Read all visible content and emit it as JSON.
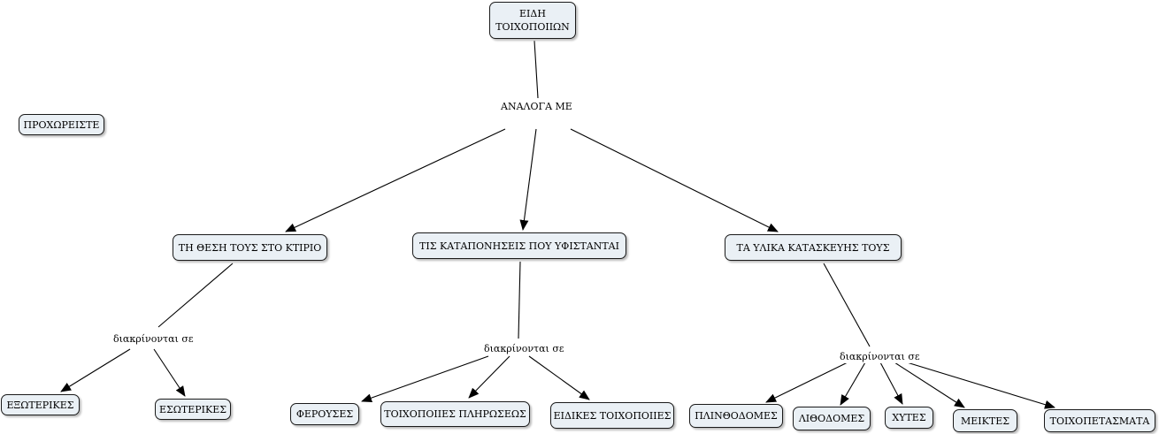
{
  "nodes": {
    "root": "ΕΙΔΗ\nΤΟΙΧΟΠΟΙΙΩΝ",
    "proceed": "ΠΡΟΧΩΡΕΙΣΤΕ",
    "position": "ΤΗ ΘΕΣΗ ΤΟΥΣ ΣΤΟ ΚΤΙΡΙΟ",
    "stress": "ΤΙΣ ΚΑΤΑΠΟΝΗΣΕΙΣ ΠΟΥ ΥΦΙΣΤΑΝΤΑΙ",
    "materials": "ΤΑ ΥΛΙΚΑ ΚΑΤΑΣΚΕΥΗΣ ΤΟΥΣ",
    "exterior": "ΕΞΩΤΕΡΙΚΕΣ",
    "interior": "ΕΣΩΤΕΡΙΚΕΣ",
    "loadbearing": "ΦΕΡΟΥΣΕΣ",
    "infill": "ΤΟΙΧΟΠΟΙΙΕΣ ΠΛΗΡΩΣΕΩΣ",
    "special": "ΕΙΔΙΚΕΣ ΤΟΙΧΟΠΟΙΙΕΣ",
    "brick": "ΠΛΙΝΘΟΔΟΜΕΣ",
    "stone": "ΛΙΘΟΔΟΜΕΣ",
    "cast": "ΧΥΤΕΣ",
    "mixed": "ΜΕΙΚΤΕΣ",
    "panels": "ΤΟΙΧΟΠΕΤΑΣΜΑΤΑ"
  },
  "links": {
    "according": "ΑΝΑΛΟΓΑ ΜΕ",
    "divided1": "διακρίνονται σε",
    "divided2": "διακρίνονται σε",
    "divided3": "διακρίνονται σε"
  },
  "colors": {
    "node_fill": "#eaf0f5",
    "node_border": "#1a1a1a",
    "edge": "#000000"
  }
}
